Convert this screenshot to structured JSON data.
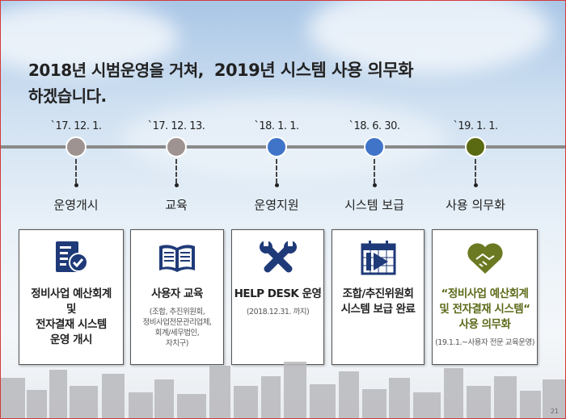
{
  "title": {
    "line1a": "2018년 시범운영을 거쳐,",
    "line1b": "2019년 시스템 사용 의무화",
    "line2": "하겠습니다."
  },
  "timeline": [
    {
      "date": "`17. 12. 1.",
      "label": "운영개시",
      "color": "#9e9390"
    },
    {
      "date": "`17. 12. 13.",
      "label": "교육",
      "color": "#9e9390"
    },
    {
      "date": "`18. 1. 1.",
      "label": "운영지원",
      "color": "#3f74c9"
    },
    {
      "date": "`18. 6. 30.",
      "label": "시스템 보급",
      "color": "#3f74c9"
    },
    {
      "date": "`19. 1. 1.",
      "label": "사용 의무화",
      "color": "#5a6a12"
    }
  ],
  "cards": [
    {
      "title": [
        "정비사업 예산회계",
        "및",
        "전자결재 시스템",
        "운영 개시"
      ],
      "icon": "document-check-icon"
    },
    {
      "title": [
        "사용자 교육"
      ],
      "sub": [
        "(조합, 추진위원회,",
        "정비사업전문관리업체,",
        "회계/세무법인,",
        "자치구)"
      ],
      "icon": "book-icon"
    },
    {
      "title": [
        "HELP DESK 운영"
      ],
      "sub": [
        "(2018.12.31. 까지)"
      ],
      "icon": "tools-icon"
    },
    {
      "title": [
        "조합/추진위원회",
        "시스템 보급 완료"
      ],
      "icon": "calendar-play-icon"
    },
    {
      "title": [
        "“정비사업 예산회계",
        "및 전자결재 시스템“",
        "사용 의무화"
      ],
      "sub": [
        "(19.1.1.~사용자 전문 교육운영)"
      ],
      "icon": "handshake-heart-icon"
    }
  ],
  "colors": {
    "navy": "#1f3a78",
    "green": "#6b7a22",
    "border": "#d23a3a"
  },
  "page_number": "21"
}
